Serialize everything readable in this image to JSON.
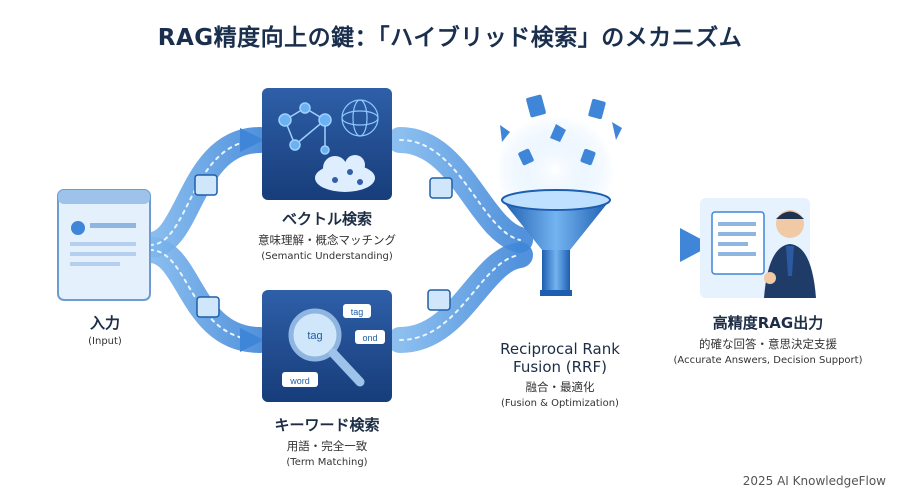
{
  "title": "RAG精度向上の鍵：「ハイブリッド検索」のメカニズム",
  "input": {
    "label": "入力",
    "sub": "(Input)"
  },
  "vector": {
    "label": "ベクトル検索",
    "sub": "意味理解・概念マッチング",
    "en": "(Semantic Understanding)"
  },
  "keyword": {
    "label": "キーワード検索",
    "sub": "用語・完全一致",
    "en": "(Term Matching)",
    "tags": [
      "tag",
      "ond",
      "tag",
      "word"
    ]
  },
  "rrf": {
    "label_line1": "Reciprocal Rank",
    "label_line2": "Fusion (RRF)",
    "sub": "融合・最適化",
    "en": "(Fusion & Optimization)"
  },
  "output": {
    "label": "高精度RAG出力",
    "sub": "的確な回答・意思決定支援",
    "en": "(Accurate Answers, Decision Support)"
  },
  "footer": "2025 AI KnowledgeFlow",
  "colors": {
    "primary": "#1f5fa8",
    "light": "#cfe6fb",
    "accent": "#3d8fe0",
    "title": "#1a2f4d"
  }
}
